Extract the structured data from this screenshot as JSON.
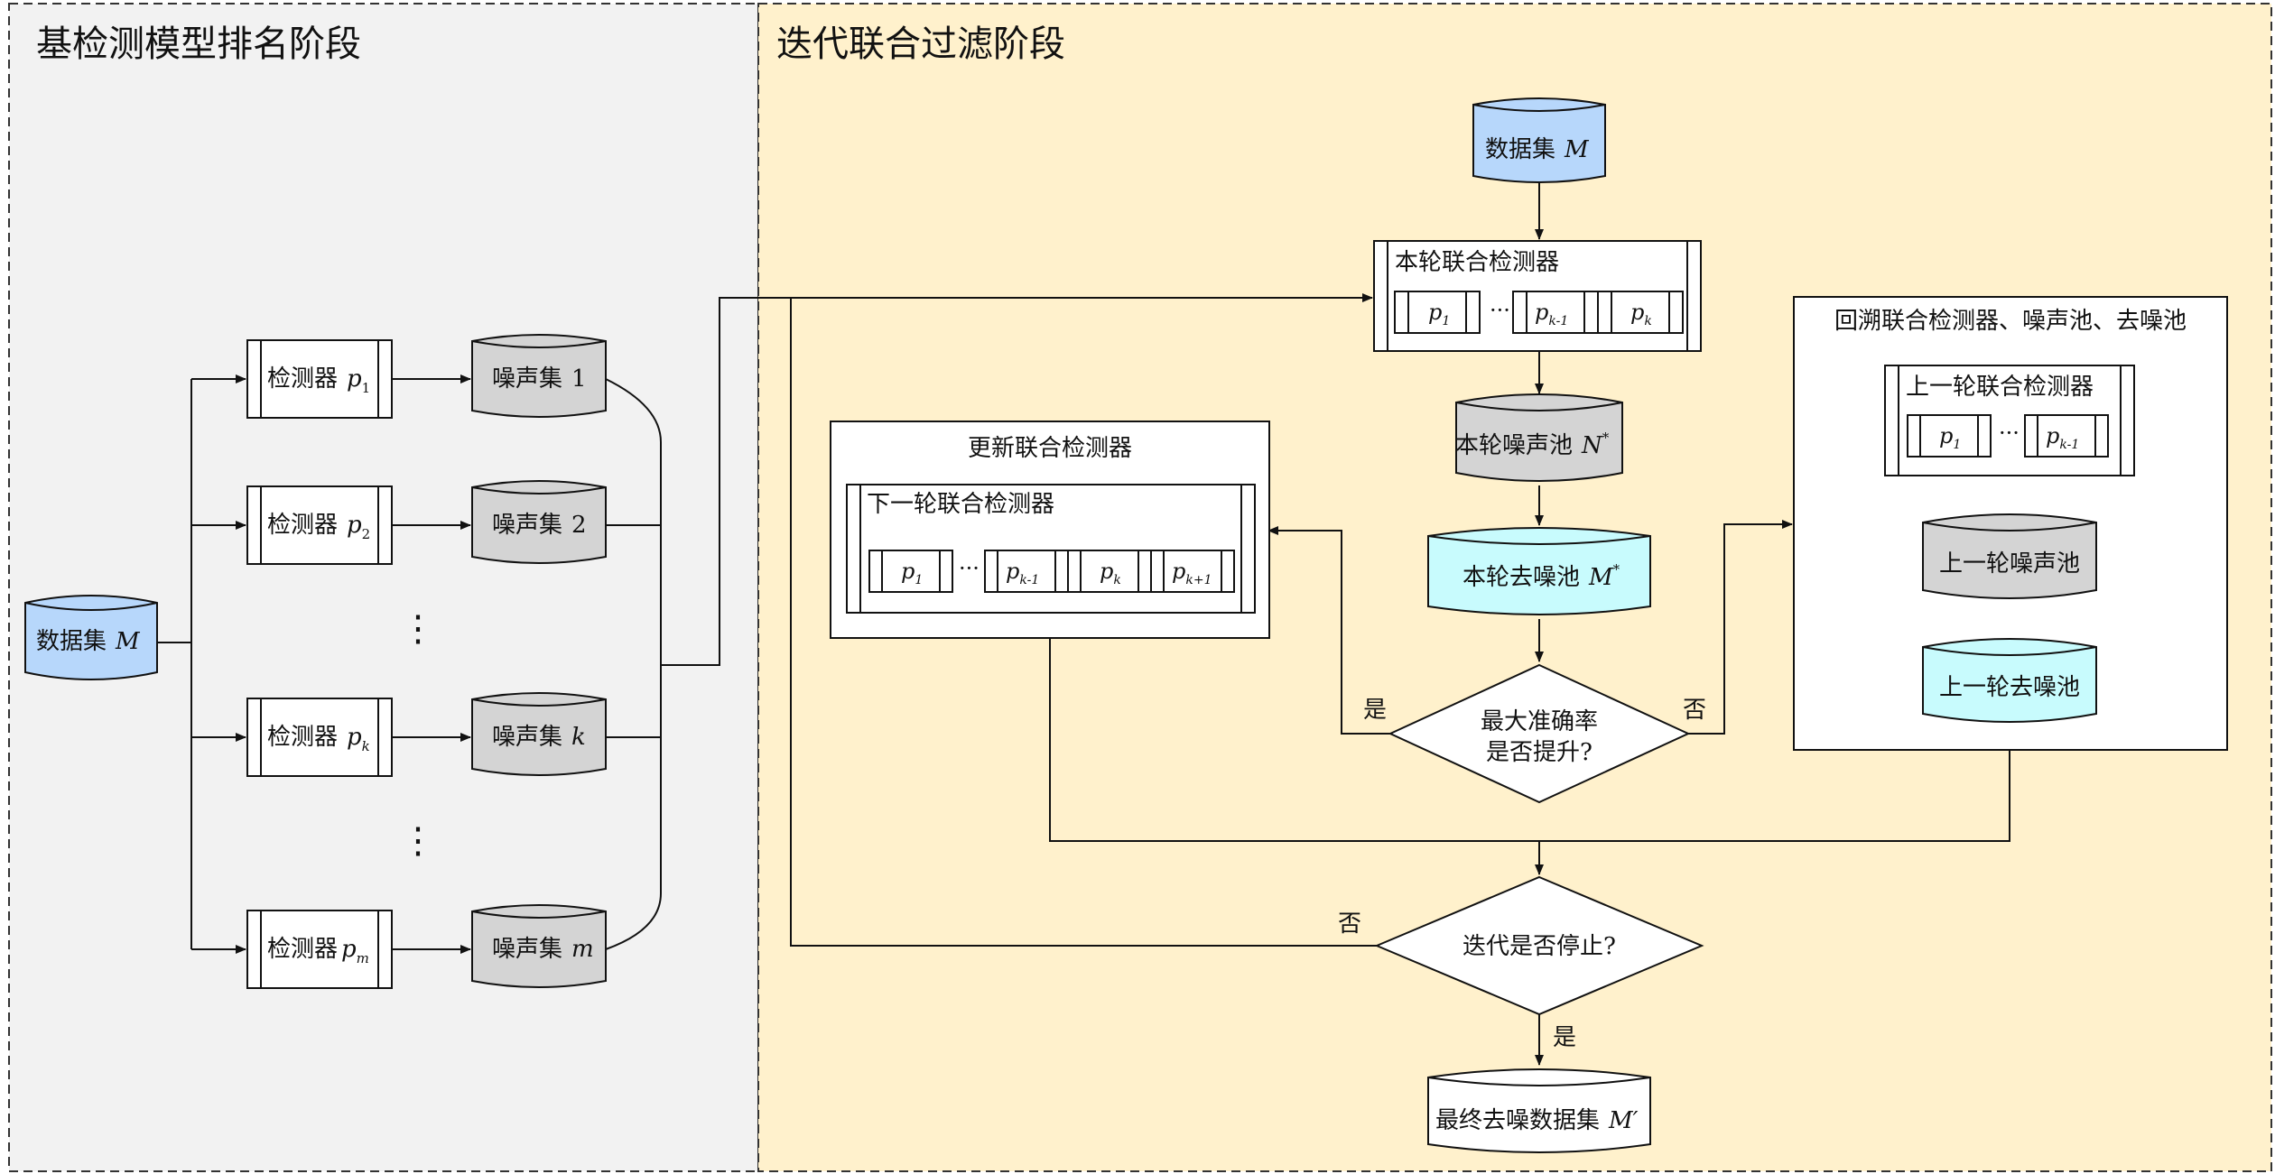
{
  "stages": {
    "left_title": "基检测模型排名阶段",
    "right_title": "迭代联合过滤阶段"
  },
  "colors": {
    "left_bg": "#f2f2f2",
    "right_bg": "#fff1cc",
    "dataset_blue": "#b7d7fb",
    "noise_grey": "#d4d4d4",
    "denoised_cyan": "#c8fbfd"
  },
  "left": {
    "dataset": {
      "label": "数据集",
      "var": "M"
    },
    "detectors": [
      {
        "label": "检测器",
        "var": "p",
        "sub": "1"
      },
      {
        "label": "检测器",
        "var": "p",
        "sub": "2"
      },
      {
        "label": "检测器",
        "var": "p",
        "sub": "k"
      },
      {
        "label": "检测器",
        "var": "p",
        "sub": "m"
      }
    ],
    "noise_sets": [
      {
        "label": "噪声集",
        "var": "1"
      },
      {
        "label": "噪声集",
        "var": "2"
      },
      {
        "label": "噪声集",
        "var": "k"
      },
      {
        "label": "噪声集",
        "var": "m"
      }
    ],
    "ellipsis": "⋮"
  },
  "right": {
    "dataset": {
      "label": "数据集",
      "var": "M"
    },
    "current_detector": {
      "title": "本轮联合检测器",
      "cells": [
        {
          "var": "p",
          "sub": "1"
        },
        {
          "var": "p",
          "sub": "k-1"
        },
        {
          "var": "p",
          "sub": "k"
        }
      ],
      "dots": "···"
    },
    "noise_pool": {
      "label": "本轮噪声池",
      "var": "N",
      "sup": "*"
    },
    "denoised_pool": {
      "label": "本轮去噪池",
      "var": "M",
      "sup": "*"
    },
    "decision1": {
      "line1": "最大准确率",
      "line2": "是否提升?",
      "yes": "是",
      "no": "否"
    },
    "update": {
      "title": "更新联合检测器",
      "inner_title": "下一轮联合检测器",
      "cells": [
        {
          "var": "p",
          "sub": "1"
        },
        {
          "var": "p",
          "sub": "k-1"
        },
        {
          "var": "p",
          "sub": "k"
        },
        {
          "var": "p",
          "sub": "k+1"
        }
      ],
      "dots": "···"
    },
    "backtrack": {
      "title": "回溯联合检测器、噪声池、去噪池",
      "inner_title": "上一轮联合检测器",
      "cells": [
        {
          "var": "p",
          "sub": "1"
        },
        {
          "var": "p",
          "sub": "k-1"
        }
      ],
      "dots": "···",
      "prev_noise": "上一轮噪声池",
      "prev_denoised": "上一轮去噪池"
    },
    "decision2": {
      "text": "迭代是否停止?",
      "no": "否",
      "yes": "是"
    },
    "final": {
      "label": "最终去噪数据集",
      "var": "M′"
    }
  }
}
